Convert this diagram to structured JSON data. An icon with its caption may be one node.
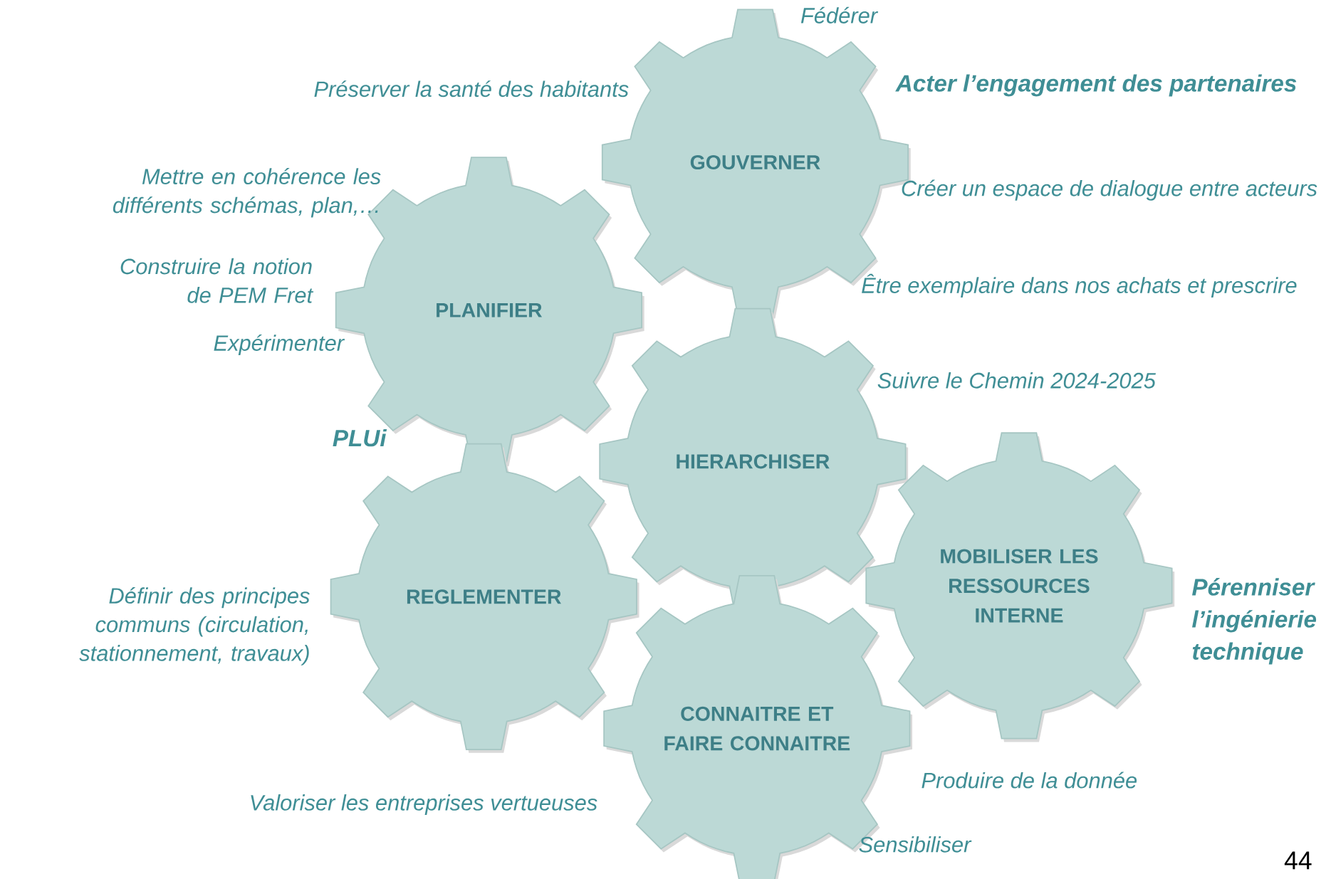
{
  "diagram": {
    "nodes": [
      {
        "text": [
          "GOUVERNER"
        ]
      },
      {
        "text": [
          "PLANIFIER"
        ]
      },
      {
        "text": [
          "HIERARCHISER"
        ]
      },
      {
        "text": [
          "REGLEMENTER"
        ]
      },
      {
        "text": [
          "MOBILISER LES RESSOURCES INTERNE"
        ]
      },
      {
        "text": [
          "CONNAITRE ET FAIRE CONNAITRE"
        ]
      }
    ],
    "labels": [
      "Fédérer",
      "Acter l’engagement des partenaires",
      "Préserver la santé des habitants",
      "Mettre en cohérence les différents schémas, plan,…",
      "Créer un espace de dialogue entre acteurs",
      "Construire la notion de PEM Fret",
      "Être exemplaire dans nos achats et prescrire",
      "Expérimenter",
      "Suivre le Chemin 2024-2025",
      "PLUi",
      "Pérenniser l’ingénierie technique",
      "Définir des principes communs (circulation, stationnement, travaux)",
      "Produire de la donnée",
      "Valoriser les entreprises vertueuses",
      "Sensibiliser",
      "44"
    ]
  }
}
